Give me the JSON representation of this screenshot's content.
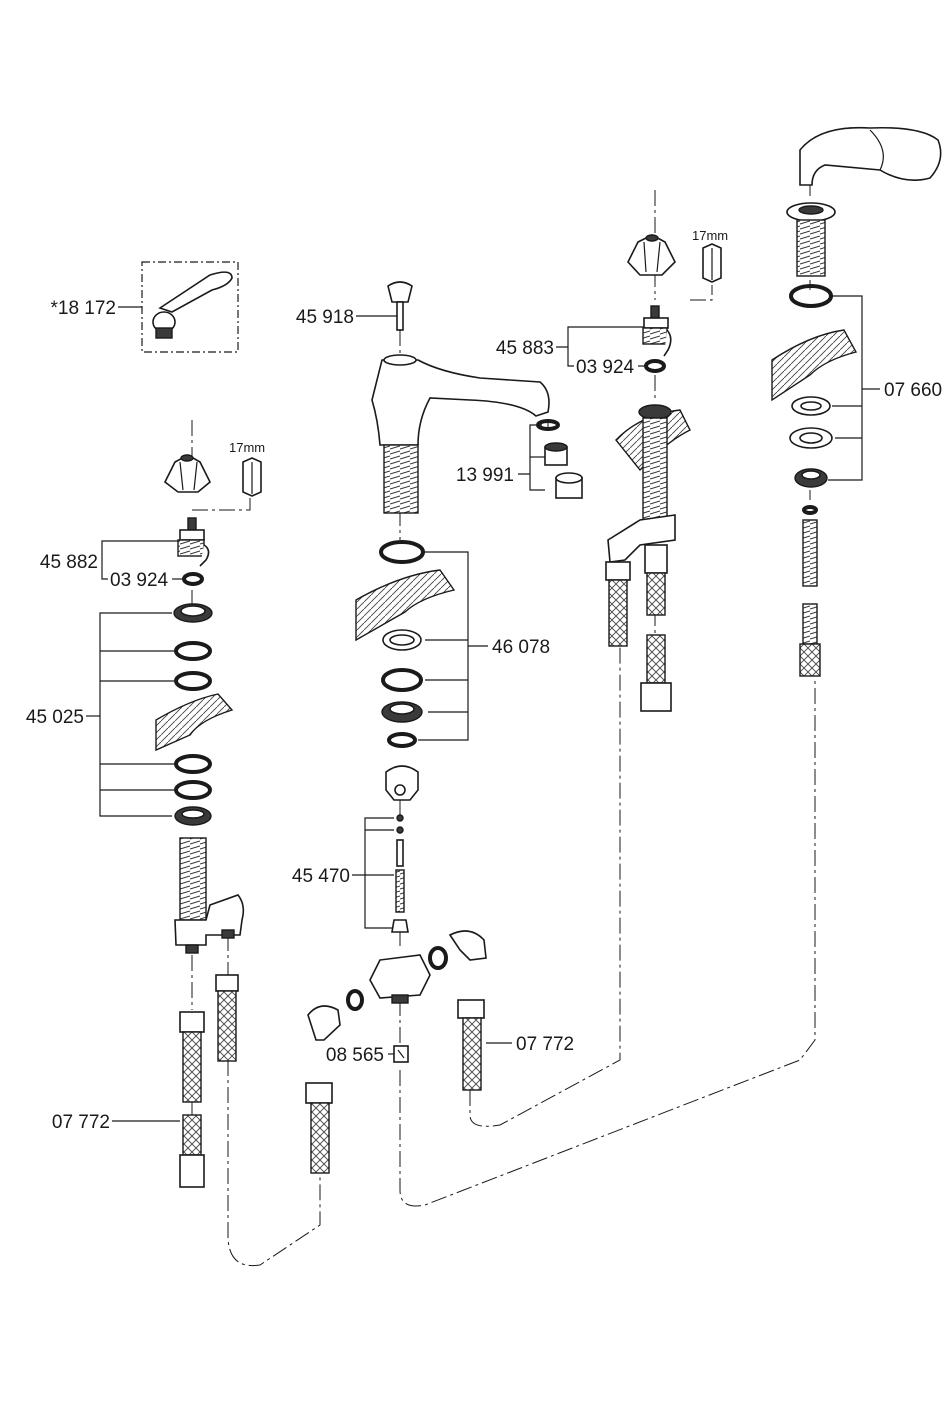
{
  "labels": {
    "lever_handle": "*18 172",
    "left_cartridge": "45 882",
    "left_oring": "03 924",
    "left_mount_set": "45 025",
    "left_hose": "07 772",
    "spout_knob": "45 918",
    "aerator": "13 991",
    "spout_mount_set": "46 078",
    "diverter_set": "45 470",
    "check_valve": "08 565",
    "center_hose": "07 772",
    "right_cartridge": "45 883",
    "right_oring": "03 924",
    "handshower_mount_set": "07 660",
    "left_wrench": "17mm",
    "right_wrench": "17mm"
  }
}
